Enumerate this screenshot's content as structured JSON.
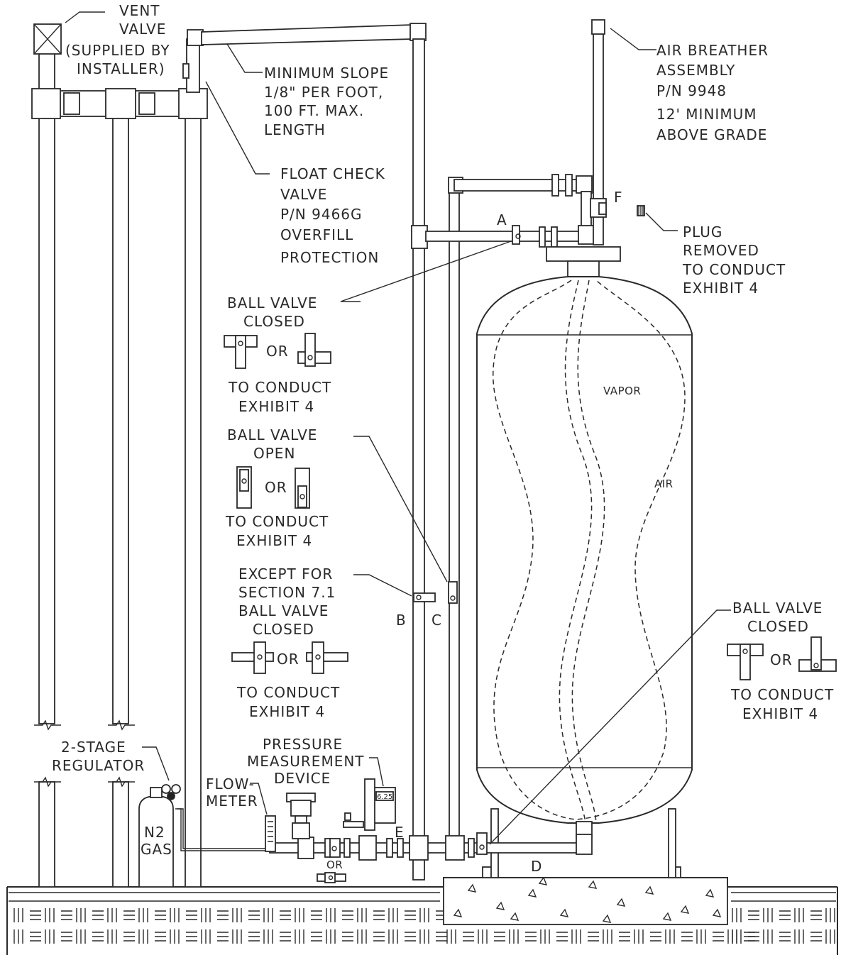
{
  "labels": {
    "vent_valve": [
      "VENT",
      "VALVE",
      "(SUPPLIED BY",
      "INSTALLER)"
    ],
    "min_slope": [
      "MINIMUM SLOPE",
      "1/8\" PER FOOT,",
      "100 FT. MAX.",
      "LENGTH"
    ],
    "float_check": [
      "FLOAT CHECK",
      "VALVE",
      "P/N 9466G",
      "OVERFILL",
      "PROTECTION"
    ],
    "air_breather": [
      "AIR BREATHER",
      "ASSEMBLY",
      "P/N 9948",
      "12' MINIMUM",
      "ABOVE GRADE"
    ],
    "plug": [
      "PLUG",
      "REMOVED",
      "TO CONDUCT",
      "EXHIBIT 4"
    ],
    "ball_valve_closed_a": [
      "BALL VALVE",
      "CLOSED"
    ],
    "ball_valve_open": [
      "BALL VALVE",
      "OPEN"
    ],
    "except_section": [
      "EXCEPT FOR",
      "SECTION 7.1",
      "BALL VALVE",
      "CLOSED"
    ],
    "ball_valve_closed_d": [
      "BALL VALVE",
      "CLOSED"
    ],
    "conduct": [
      "TO CONDUCT",
      "EXHIBIT 4"
    ],
    "or": "OR",
    "vapor": "VAPOR",
    "air": "AIR",
    "regulator": [
      "2-STAGE",
      "REGULATOR"
    ],
    "flow_meter": [
      "FLOW-",
      "METER"
    ],
    "pressure_device": [
      "PRESSURE",
      "MEASUREMENT",
      "DEVICE"
    ],
    "gauge_reading": "6.25",
    "n2_gas": [
      "N2",
      "GAS"
    ],
    "points": {
      "a": "A",
      "b": "B",
      "c": "C",
      "d": "D",
      "e": "E",
      "f": "F"
    }
  }
}
